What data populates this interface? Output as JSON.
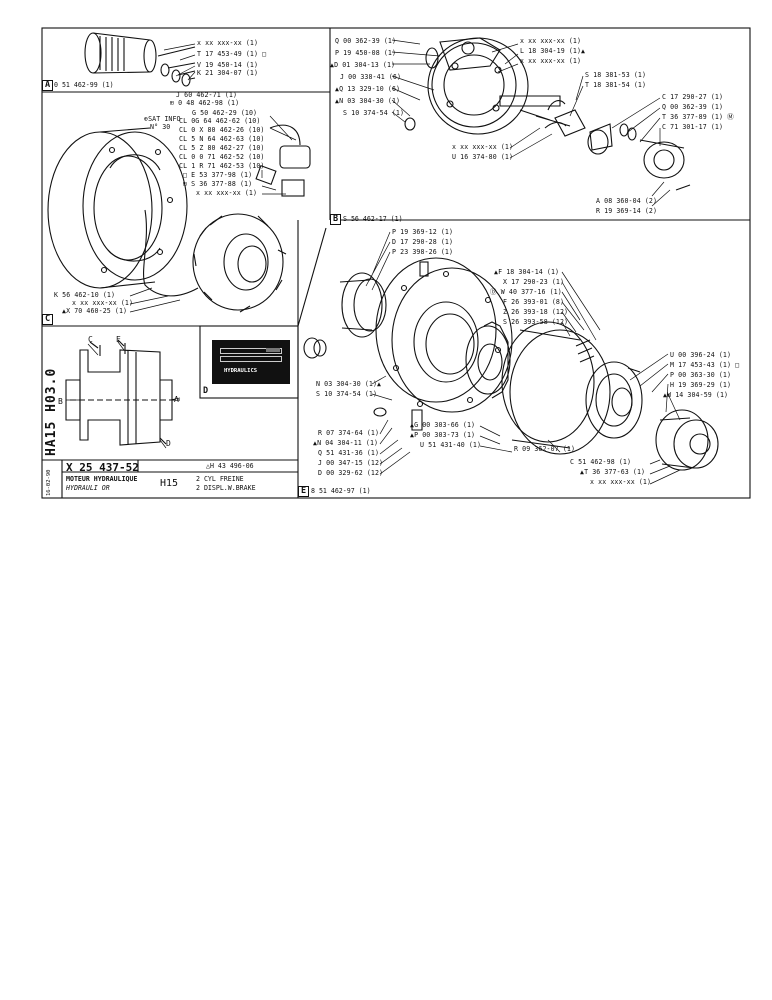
{
  "sections": {
    "A": {
      "letter": "A",
      "ref": "0 51 462-99 (1)"
    },
    "B": {
      "letter": "B",
      "ref": "S 56 462-17 (1)"
    },
    "C": {
      "letter": "C"
    },
    "D": {
      "letter": "D"
    },
    "E": {
      "letter": "E",
      "ref": "8 51 462-97 (1)"
    }
  },
  "labels_a": [
    "x xx xxx-xx (1)",
    "T 17 453-49 (1) □",
    "V 19 450-14 (1)",
    "K 21 304-07 (1)"
  ],
  "labels_b_left": [
    "Q 00 362-39 (1)",
    "P 19 450-08 (1)",
    "▲D 01 304-13 (1)",
    "J 00 338-41 (6)",
    "▲Q 13 329-10 (6)",
    "▲N 03 304-30 (1)",
    "S 10 374-54 (1)"
  ],
  "labels_b_top": [
    "x xx xxx-xx (1)",
    "L 18 304-19 (1)▲",
    "x xx xxx-xx (1)"
  ],
  "labels_b_mid": [
    "S 18 381-53 (1)",
    "T 18 381-54 (1)"
  ],
  "labels_b_right": [
    "C 17 290-27 (1)",
    "Q 00 362-39 (1)",
    "T 36 377-89 (1) Ⓜ",
    "C 71 301-17 (1)"
  ],
  "labels_b_lower": [
    "x xx xxx-xx (1)",
    "U 16 374-80 (1)"
  ],
  "labels_b_bottom": [
    "A 08 360-04 (2)",
    "R 19 369-14 (2)"
  ],
  "labels_c_top": [
    "J 60 462-71 (1)",
    "⊞ 0 48 462-98 (1)"
  ],
  "labels_c_info": [
    "⊕SAT INFO",
    "N° 30"
  ],
  "labels_c_codes": [
    "G 50 462-29 (10)",
    "CL 0G 64 462-62 (10)",
    "CL 0 X 80 462-26 (10)",
    "CL 5 N 64 462-63 (10)",
    "CL 5 Z 80 462-27 (10)",
    "CL 0 0 71 462-52 (10)",
    "CL 1 R 71 462-53 (10)",
    "□ E 53 377-98 (1)",
    "⊞ S 36 377-88 (1)",
    "x xx xxx-xx (1)"
  ],
  "labels_c_bottom": [
    "K 56 462-10 (1)",
    "x xx xxx-xx (1)",
    "▲X 70 460-25 (1)"
  ],
  "plate": {
    "brand": "HYDRAULICS"
  },
  "labels_e_top": [
    "P 19 369-12 (1)",
    "D 17 290-28 (1)",
    "P 23 398-26 (1)"
  ],
  "labels_e_right_top": [
    "▲F 18 304-14 (1)",
    "X 17 290-23 (1)",
    "ⓑ W 40 377-16 (1)",
    "F 26 393-01 (8)",
    "Z 26 393-18 (12)",
    "S 26 393-58 (12)"
  ],
  "labels_e_left": [
    "N 03 304-30 (1)▲",
    "S 10 374-54 (1)"
  ],
  "labels_e_right": [
    "U 00 396-24 (1)",
    "M 17 453-43 (1) □",
    "P 00 363-30 (1)",
    "H 19 369-29 (1)",
    "▲W 14 304-59 (1)"
  ],
  "labels_e_bottom_left": [
    "R 07 374-64 (1)",
    "▲N 04 304-11 (1)",
    "Q 51 431-36 (1)",
    "J 00 347-15 (12)",
    "D 00 329-62 (12)"
  ],
  "labels_e_bottom_mid": [
    "▲G 00 303-66 (1)",
    "▲P 00 303-73 (1)",
    "U 51 431-40 (1)"
  ],
  "labels_e_bottom_r1": [
    "R 09 362-07 (1)"
  ],
  "labels_e_bottom_r2": [
    "C 51 462-98 (1)",
    "▲T 36 377-63 (1)",
    "x xx xxx-xx (1)"
  ],
  "section_view_labels": {
    "c": "C",
    "e": "E",
    "b": "B",
    "a": "A",
    "d": "D"
  },
  "side_code": "HA15 H03.0",
  "side_date": "16-02-90",
  "title_block": {
    "code": "X 25 437-52",
    "ref": "△H 43 496-06",
    "line1": "MOTEUR HYDRAULIQUE",
    "line2": "HYDRAULI     OR",
    "model": "H15",
    "desc1": "2 CYL FREINE",
    "desc2": "2 DISPL.W.BRAKE"
  }
}
